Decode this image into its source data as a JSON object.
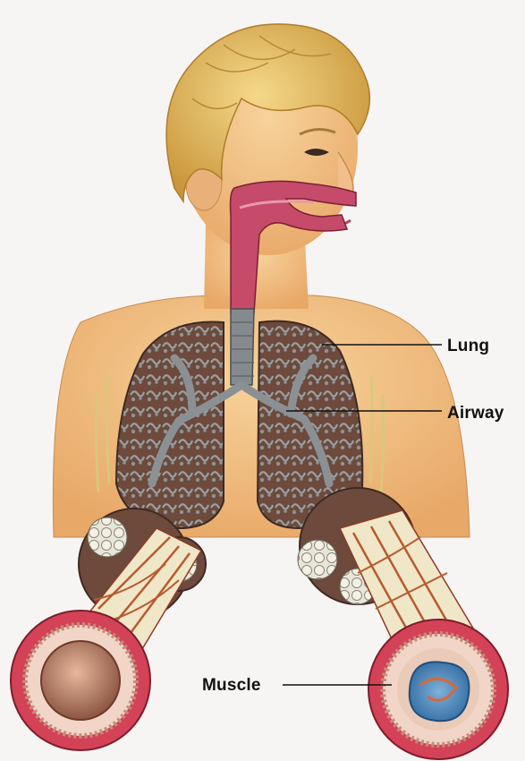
{
  "labels": {
    "lung": "Lung",
    "airway": "Airway",
    "muscle": "Muscle"
  },
  "colors": {
    "skin": "#f2c48a",
    "hair": "#e9c567",
    "lung": "#6b4a3e",
    "airway_tissue": "#8a8f93",
    "throat": "#c64a6a",
    "bronchus_ring": "#c6344c",
    "open_lumen": "#a8735b",
    "constricted_lumen": "#3f7fb6"
  }
}
